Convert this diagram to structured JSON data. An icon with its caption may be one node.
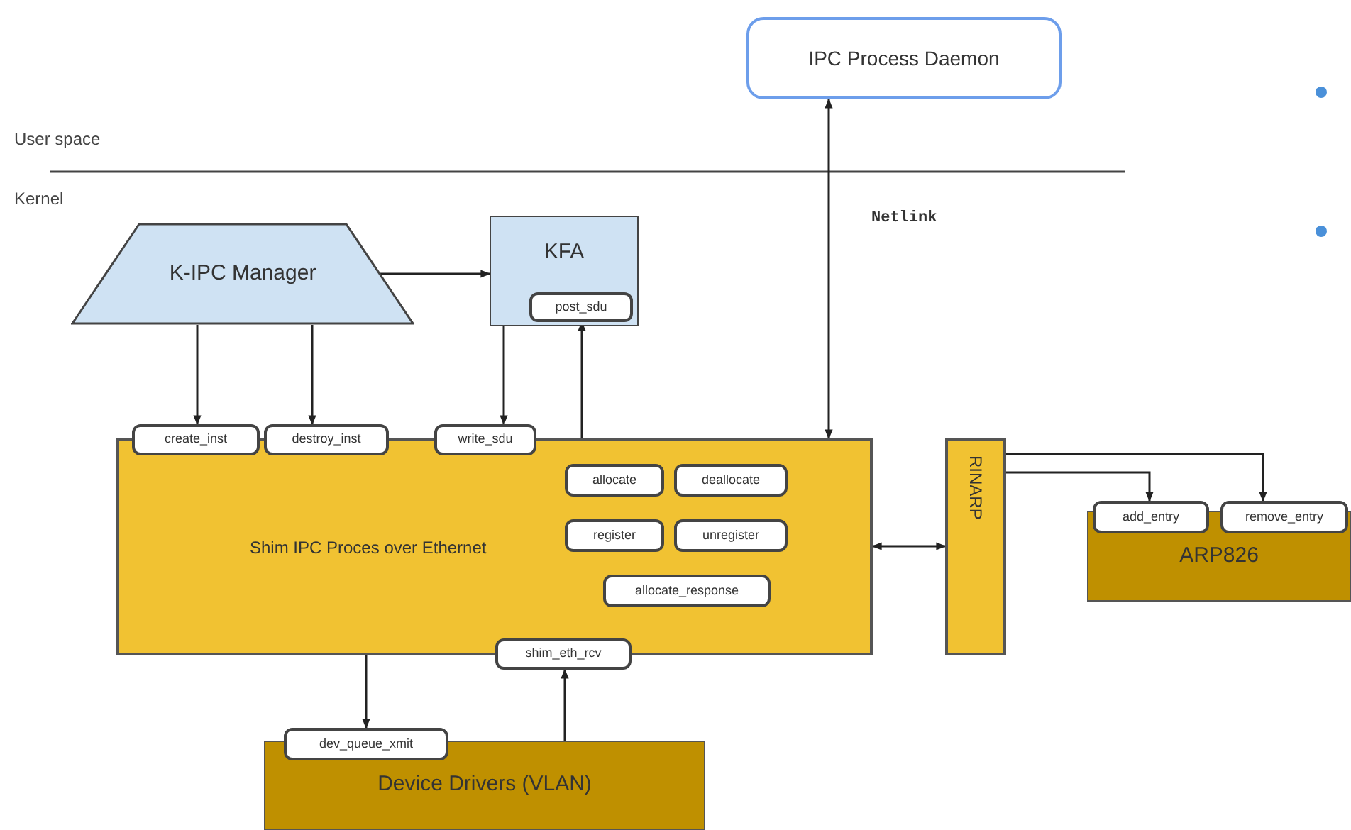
{
  "diagram": {
    "nodes": [
      {
        "text": [
          "IPC Process Daemon"
        ]
      },
      {
        "text": [
          "K-IPC Manager"
        ]
      },
      {
        "text": [
          "KFA"
        ]
      },
      {
        "text": [
          "post_sdu"
        ],
        "in": 2
      },
      {
        "text": [
          "create_inst"
        ]
      },
      {
        "text": [
          "destroy_inst"
        ]
      },
      {
        "text": [
          "write_sdu"
        ]
      },
      {
        "text": [
          "Shim IPC Proces over Ethernet"
        ]
      },
      {
        "text": [
          "allocate"
        ],
        "in": 7
      },
      {
        "text": [
          "deallocate"
        ],
        "in": 7
      },
      {
        "text": [
          "register"
        ],
        "in": 7
      },
      {
        "text": [
          "unregister"
        ],
        "in": 7
      },
      {
        "text": [
          "allocate_response"
        ],
        "in": 7
      },
      {
        "text": [
          "shim_eth_rcv"
        ]
      },
      {
        "text": [
          "RINARP"
        ]
      },
      {
        "text": [
          "add_entry"
        ]
      },
      {
        "text": [
          "remove_entry"
        ]
      },
      {
        "text": [
          "ARP826"
        ]
      },
      {
        "text": [
          "dev_queue_xmit"
        ]
      },
      {
        "text": [
          "Device Drivers (VLAN)"
        ]
      }
    ],
    "edges": [
      {
        "from": 1,
        "to": 2,
        "arrow": "to"
      },
      {
        "from": 1,
        "to": 4,
        "arrow": "to"
      },
      {
        "from": 1,
        "to": 5,
        "arrow": "to"
      },
      {
        "from": 2,
        "to": 6,
        "arrow": "to"
      },
      {
        "from": 7,
        "to": 3,
        "arrow": "to"
      },
      {
        "from": 0,
        "to": 7,
        "arrow": "both",
        "label": "Netlink"
      },
      {
        "from": 7,
        "to": 14,
        "arrow": "both"
      },
      {
        "from": 14,
        "to": 15,
        "arrow": "to"
      },
      {
        "from": 14,
        "to": 16,
        "arrow": "to"
      },
      {
        "from": 7,
        "to": 18,
        "arrow": "to"
      },
      {
        "from": 19,
        "to": 13,
        "arrow": "to"
      }
    ],
    "labels": [
      "User space",
      "Kernel"
    ]
  }
}
